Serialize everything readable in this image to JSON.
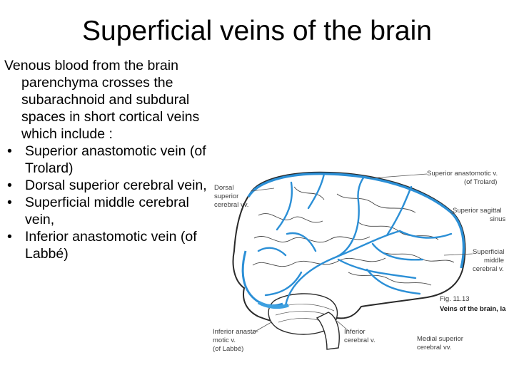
{
  "slide": {
    "title": "Superficial veins of the brain",
    "intro": "Venous blood from the brain parenchyma crosses the subarachnoid and subdural spaces in short cortical veins which include :",
    "bullet_marker": "•",
    "bullets": [
      "Superior anastomotic vein (of Trolard)",
      "Dorsal superior cerebral vein,",
      "Superficial middle cerebral vein,",
      "Inferior anastomotic vein (of Labbé)"
    ]
  },
  "figure": {
    "labels": {
      "superior_anastomotic_1": "Superior anastomotic v.",
      "superior_anastomotic_2": "(of Trolard)",
      "dorsal_1": "Dorsal",
      "dorsal_2": "superior",
      "dorsal_3": "cerebral vv.",
      "sagittal_1": "Superior sagittal",
      "sagittal_2": "sinus",
      "middle_1": "Superficial",
      "middle_2": "middle",
      "middle_3": "cerebral v.",
      "fig_number": "Fig. 11.13",
      "fig_caption": "Veins of the brain, la",
      "inferior_anast_1": "Inferior anasto-",
      "inferior_anast_2": "motic v.",
      "inferior_anast_3": "(of Labbé)",
      "inferior_cerebral_1": "Inferior",
      "inferior_cerebral_2": "cerebral v.",
      "medial_1": "Medial superior",
      "medial_2": "cerebral vv."
    },
    "colors": {
      "vein": "#2b8fd6",
      "vein_fill": "#3da0e0",
      "brain_outline": "#2a2a2a",
      "label_line": "#555555"
    }
  }
}
